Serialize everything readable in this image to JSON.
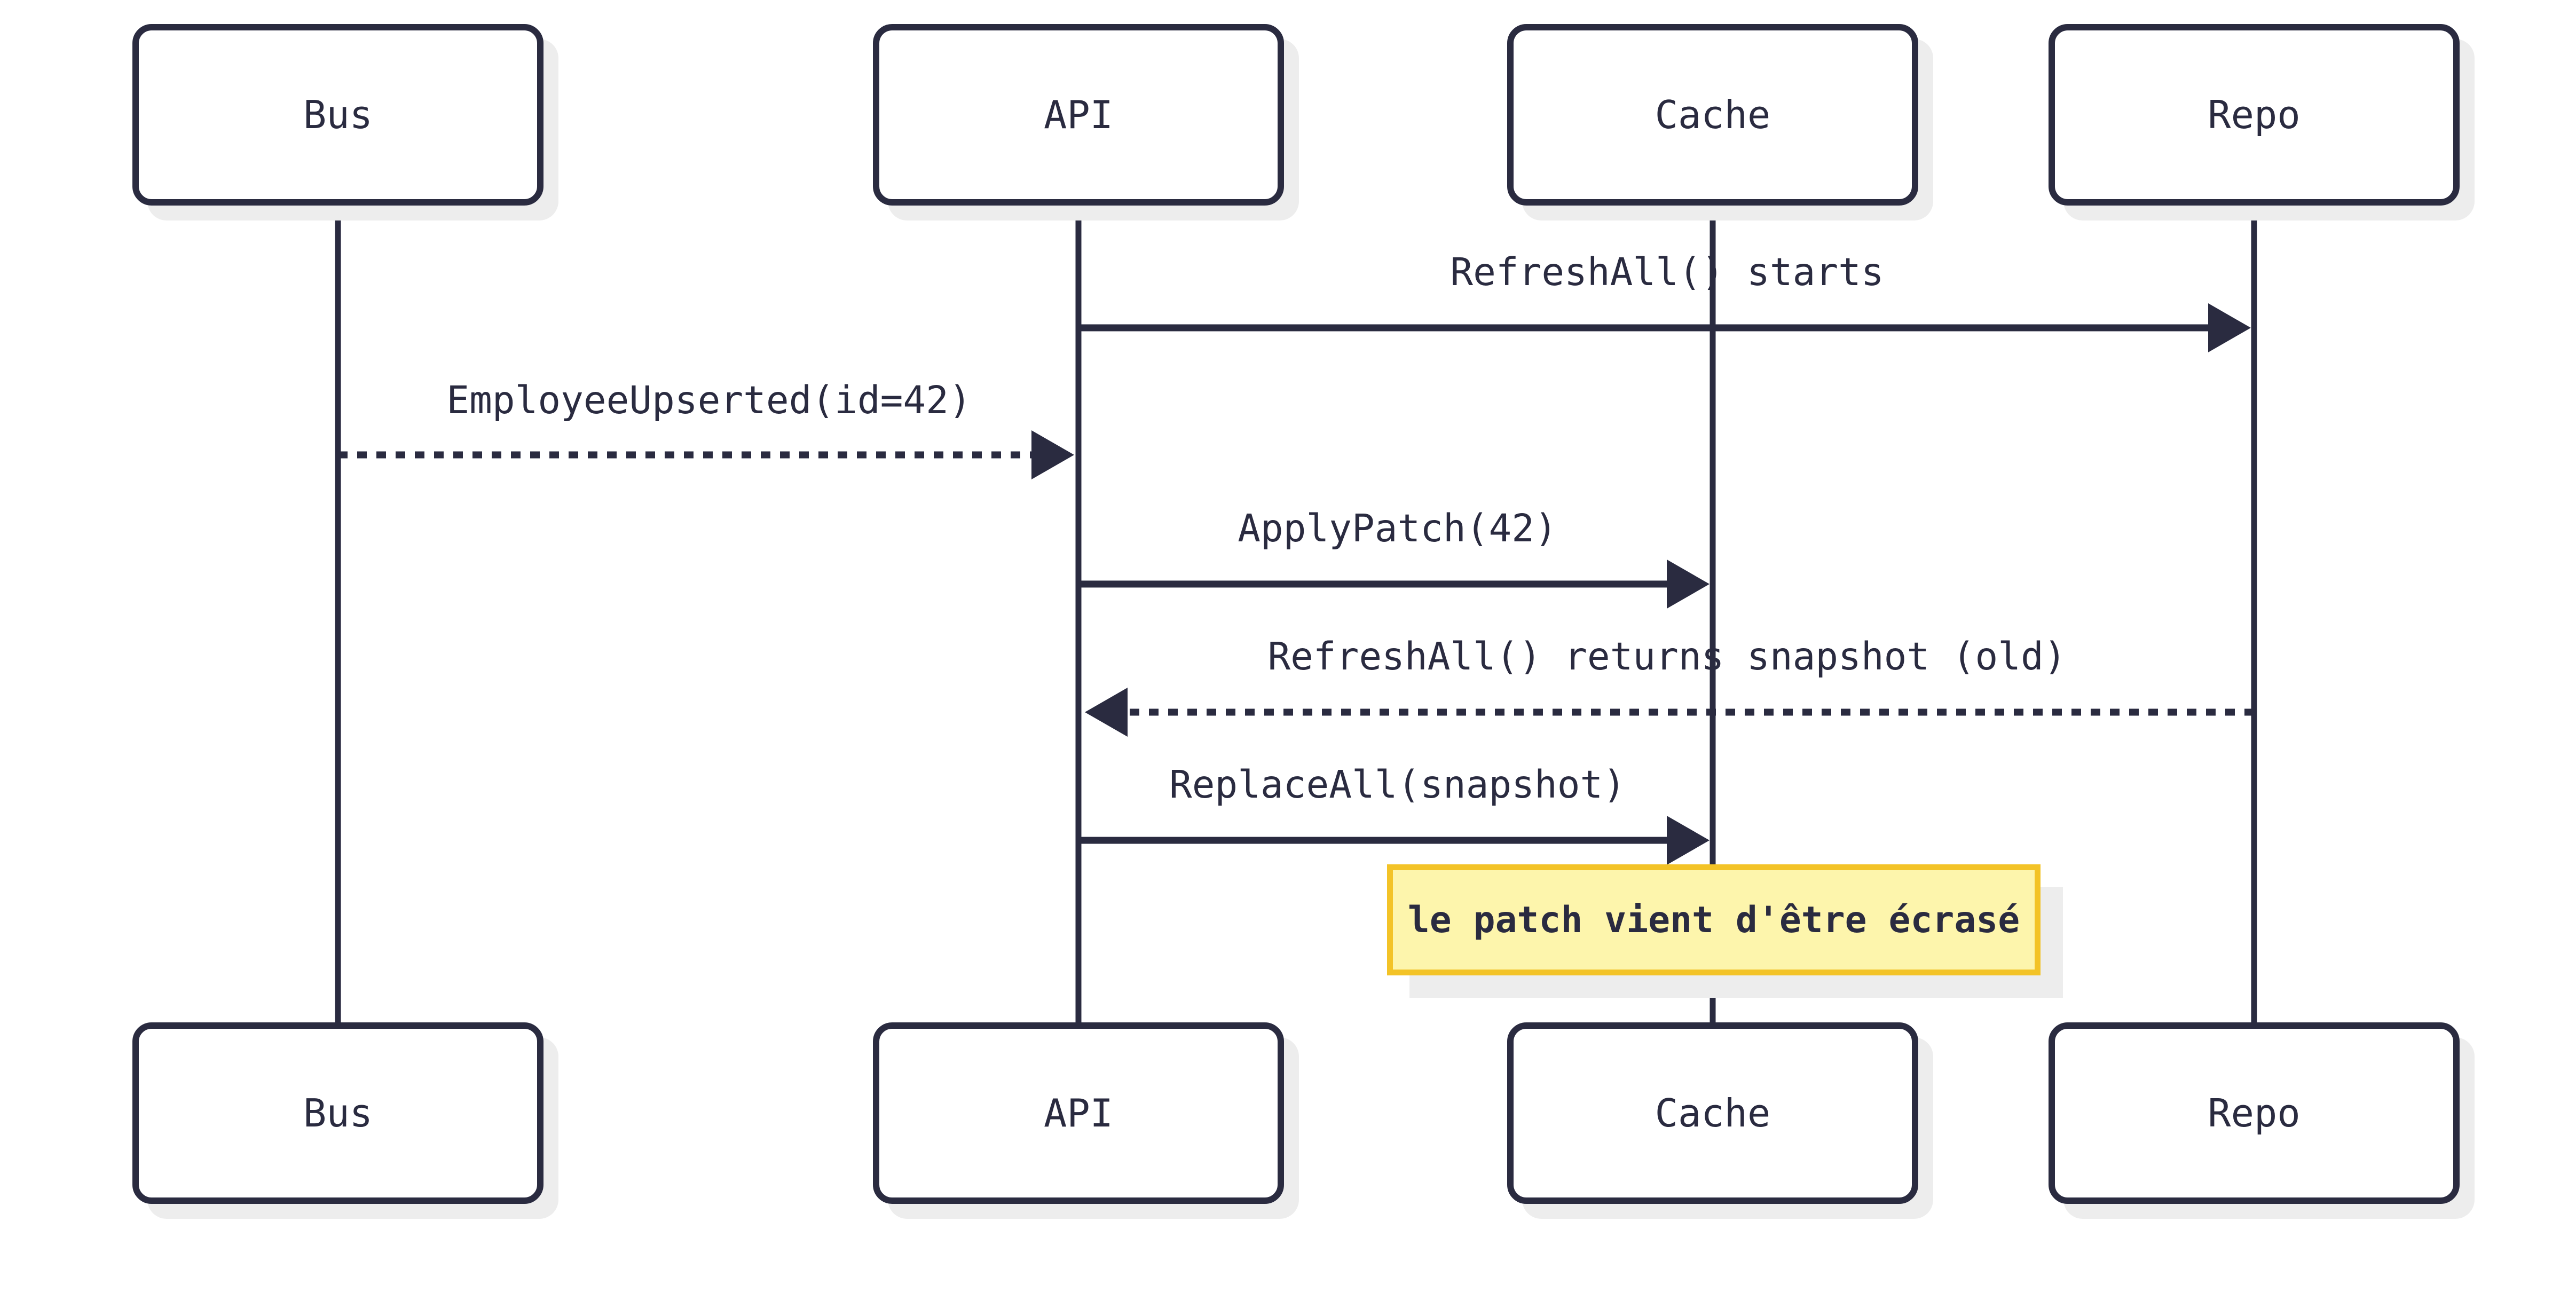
{
  "diagram": {
    "type": "sequence-diagram",
    "participants": [
      {
        "id": "bus",
        "label": "Bus"
      },
      {
        "id": "api",
        "label": "API"
      },
      {
        "id": "cache",
        "label": "Cache"
      },
      {
        "id": "repo",
        "label": "Repo"
      }
    ],
    "messages": [
      {
        "from": "API",
        "to": "Repo",
        "line": "solid",
        "label": "RefreshAll() starts"
      },
      {
        "from": "Bus",
        "to": "API",
        "line": "dotted",
        "label": "EmployeeUpserted(id=42)"
      },
      {
        "from": "API",
        "to": "Cache",
        "line": "solid",
        "label": "ApplyPatch(42)"
      },
      {
        "from": "Repo",
        "to": "API",
        "line": "dotted",
        "label": "RefreshAll() returns snapshot (old)"
      },
      {
        "from": "API",
        "to": "Cache",
        "line": "solid",
        "label": "ReplaceAll(snapshot)"
      }
    ],
    "note": {
      "over": "Cache",
      "label": "le patch vient d'être écrasé"
    },
    "colors": {
      "ink": "#2a2b40",
      "note_fill": "#fdf5ac",
      "note_border": "#f3c327",
      "shadow": "#ededed",
      "background": "#ffffff"
    }
  }
}
